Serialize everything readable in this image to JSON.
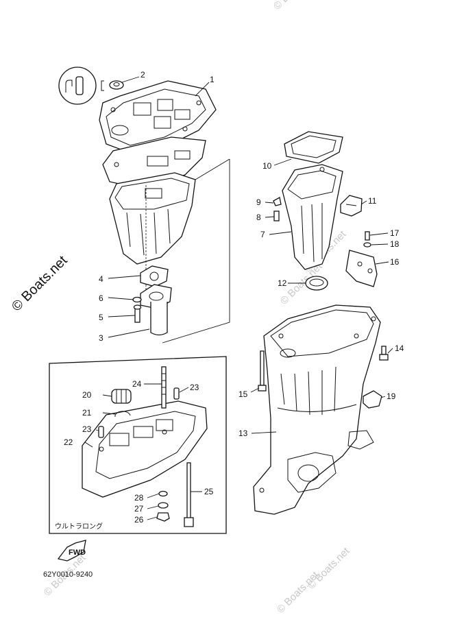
{
  "diagram": {
    "part_code": "62Y0010-9240",
    "inset_caption": "ウルトラロング",
    "fwd_label": "FWD",
    "watermarks": [
      "© Boats.net",
      "© Boats.net",
      "© Boats.net",
      "© Boats.net",
      "© Boats.net",
      "© Boats.net"
    ],
    "side_watermark": "© Boats.net",
    "callouts": [
      {
        "id": "c1",
        "text": "1"
      },
      {
        "id": "c2",
        "text": "2"
      },
      {
        "id": "c3",
        "text": "3"
      },
      {
        "id": "c4",
        "text": "4"
      },
      {
        "id": "c5",
        "text": "5"
      },
      {
        "id": "c6",
        "text": "6"
      },
      {
        "id": "c7",
        "text": "7"
      },
      {
        "id": "c8",
        "text": "8"
      },
      {
        "id": "c9",
        "text": "9"
      },
      {
        "id": "c10",
        "text": "10"
      },
      {
        "id": "c11",
        "text": "11"
      },
      {
        "id": "c12",
        "text": "12"
      },
      {
        "id": "c13",
        "text": "13"
      },
      {
        "id": "c14",
        "text": "14"
      },
      {
        "id": "c15",
        "text": "15"
      },
      {
        "id": "c16",
        "text": "16"
      },
      {
        "id": "c17",
        "text": "17"
      },
      {
        "id": "c18",
        "text": "18"
      },
      {
        "id": "c19",
        "text": "19"
      },
      {
        "id": "c20",
        "text": "20"
      },
      {
        "id": "c21",
        "text": "21"
      },
      {
        "id": "c22",
        "text": "22"
      },
      {
        "id": "c23a",
        "text": "23"
      },
      {
        "id": "c23b",
        "text": "23"
      },
      {
        "id": "c24",
        "text": "24"
      },
      {
        "id": "c25",
        "text": "25"
      },
      {
        "id": "c26",
        "text": "26"
      },
      {
        "id": "c27",
        "text": "27"
      },
      {
        "id": "c28",
        "text": "28"
      }
    ]
  }
}
